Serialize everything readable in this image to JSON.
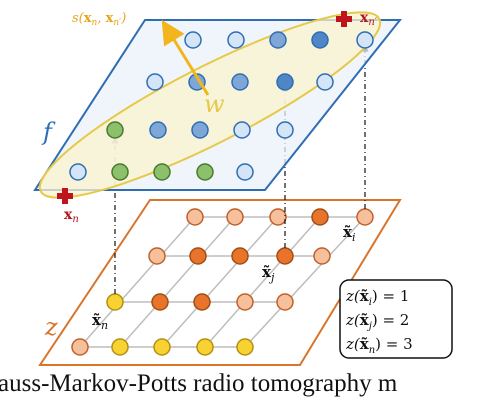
{
  "labels": {
    "f": "f",
    "z": "z",
    "w": "w",
    "s_fn": "s(",
    "s_xn": "x",
    "s_sub_n": "n",
    "s_comma": ", ",
    "s_xnp": "x",
    "s_sub_np": "n′",
    "s_close": ")",
    "xn": "x",
    "xn_sub": "n",
    "xnp": "x",
    "xnp_sub": "n′",
    "xi": "x̃",
    "xi_sub": "i",
    "xj": "x̃",
    "xj_sub": "j",
    "xn_tilde": "x̃",
    "xn_tilde_sub": "n"
  },
  "legend": [
    {
      "fn": "z(",
      "var": "x̃",
      "sub": "i",
      "close": ") = 1"
    },
    {
      "fn": "z(",
      "var": "x̃",
      "sub": "j",
      "close": ") = 2"
    },
    {
      "fn": "z(",
      "var": "x̃",
      "sub": "n",
      "close": ") = 3"
    }
  ],
  "caption": "Gauss-Markov-Potts radio tomography m",
  "colors": {
    "top_plane": "#2f6db3",
    "bottom_plane": "#d9742b",
    "ellipse_fill": "#fbf3cf",
    "ellipse_stroke": "#e6c94a",
    "arrow": "#f2b51c",
    "marker_red": "#c0141c",
    "blue_light": "#d4e5f7",
    "blue_mid": "#7ea6d6",
    "blue_dark": "#4f86c6",
    "green": "#8cc06a",
    "orange_light": "#f6c09c",
    "orange_dark": "#e8742b",
    "yellow": "#f7d232",
    "grid_line": "#bdbdbd"
  }
}
